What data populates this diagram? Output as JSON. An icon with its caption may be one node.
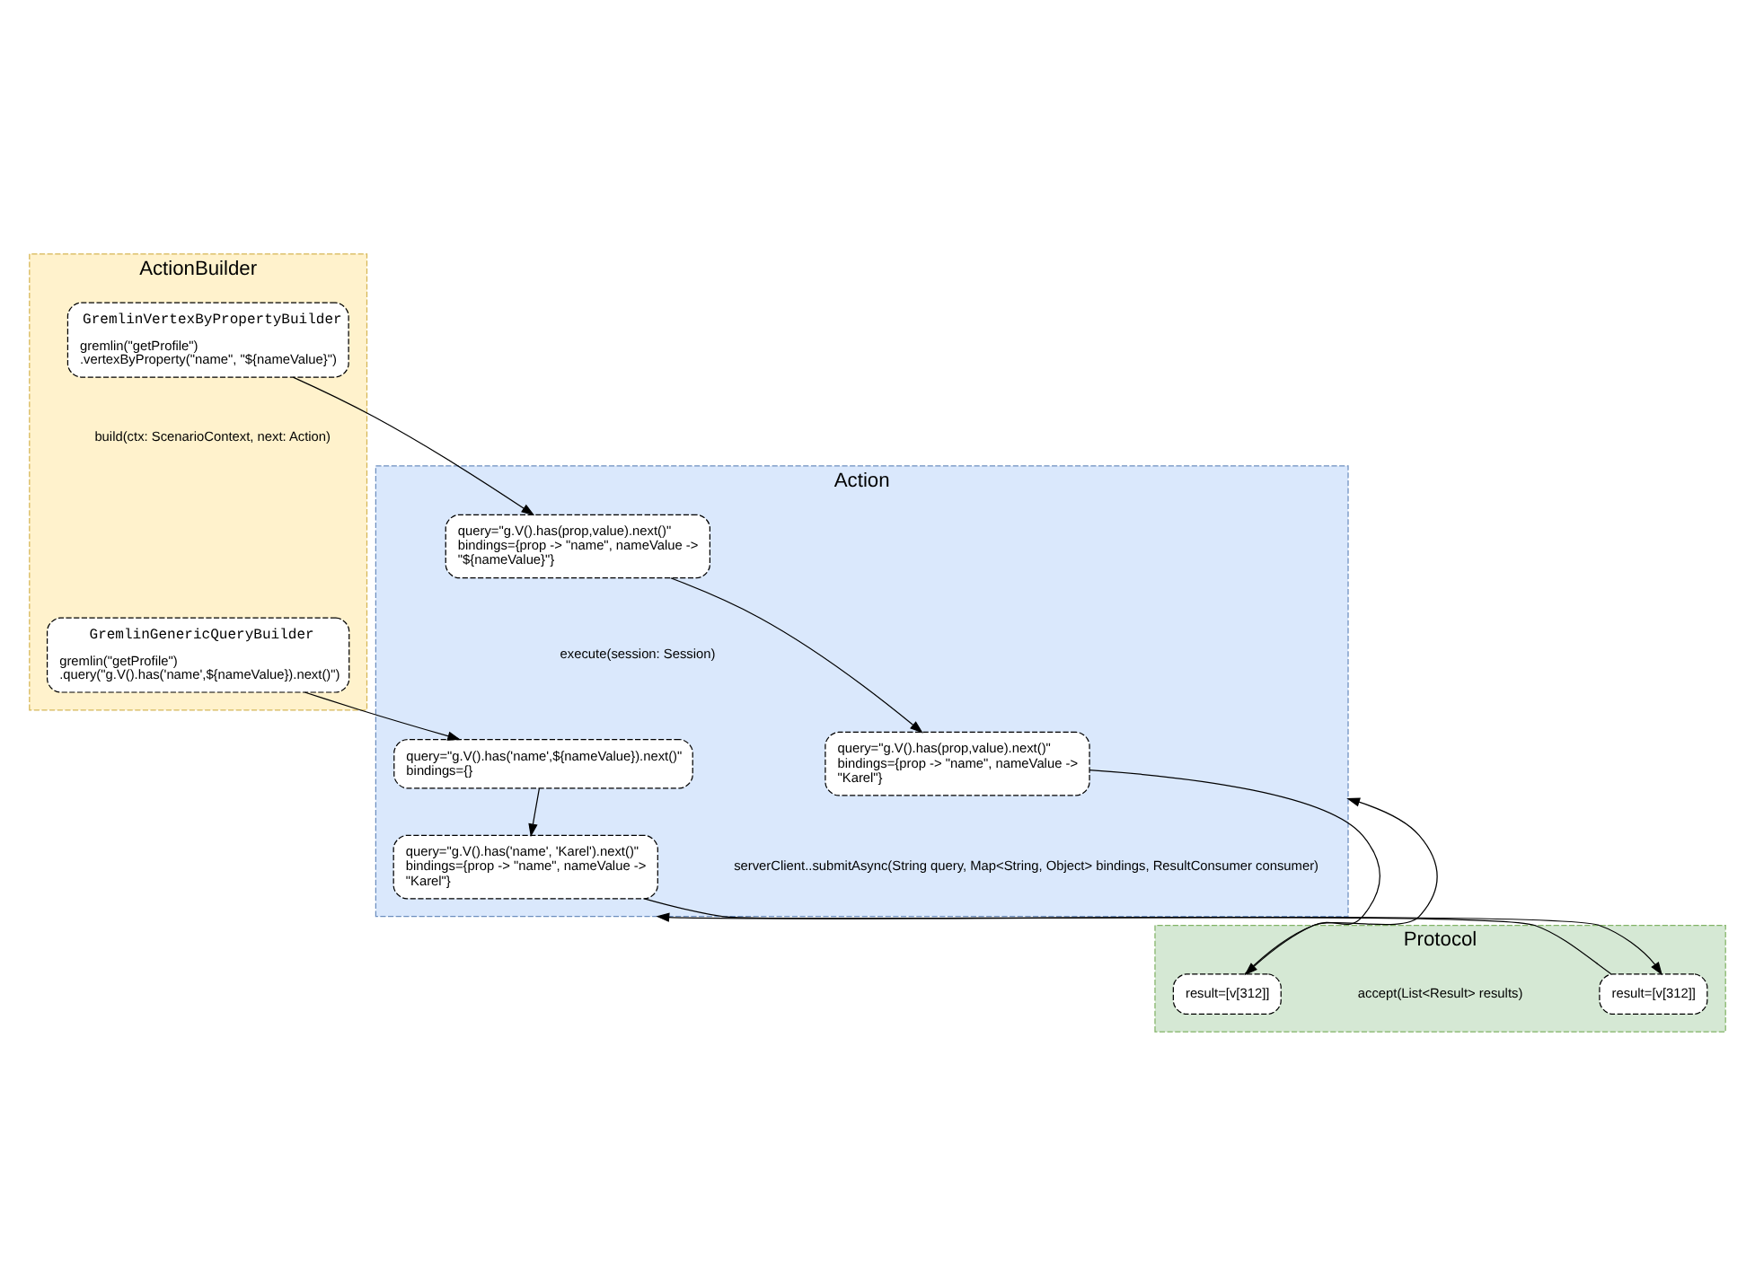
{
  "diagram": {
    "nodes": [
      {
        "text": [
          "ActionBuilder"
        ]
      },
      {
        "text": [
          "GremlinVertexByPropertyBuilder",
          "gremlin(\"getProfile\") .vertexByProperty(\"name\", \"${nameValue}\")"
        ],
        "in": 0
      },
      {
        "text": [
          "GremlinGenericQueryBuilder",
          "gremlin(\"getProfile\") .query(\"g.V().has('name',${nameValue}).next()\")"
        ],
        "in": 0
      },
      {
        "text": [
          "Action"
        ]
      },
      {
        "text": [
          "query=\"g.V().has(prop,value).next()\" bindings={prop -> \"name\", nameValue -> \"${nameValue}\"}"
        ],
        "in": 3
      },
      {
        "text": [
          "query=\"g.V().has('name',${nameValue}).next()\" bindings={}"
        ],
        "in": 3
      },
      {
        "text": [
          "query=\"g.V().has(prop,value).next()\" bindings={prop -> \"name\", nameValue -> \"Karel\"}"
        ],
        "in": 3
      },
      {
        "text": [
          "query=\"g.V().has('name', 'Karel').next()\" bindings={prop -> \"name\", nameValue -> \"Karel\"}"
        ],
        "in": 3
      },
      {
        "text": [
          "Protocol"
        ]
      },
      {
        "text": [
          "result=[v[312]]"
        ],
        "in": 8
      },
      {
        "text": [
          "result=[v[312]]"
        ],
        "in": 8
      }
    ],
    "edges": [
      {
        "from": 1,
        "to": 4,
        "arrow": "to"
      },
      {
        "from": 2,
        "to": 5,
        "arrow": "to"
      },
      {
        "from": 4,
        "to": 6,
        "arrow": "to"
      },
      {
        "from": 5,
        "to": 7,
        "arrow": "to"
      },
      {
        "from": 6,
        "to": 9,
        "arrow": "to"
      },
      {
        "from": 7,
        "to": 10,
        "arrow": "to"
      },
      {
        "from": 9,
        "to": 3,
        "arrow": "to"
      },
      {
        "from": 10,
        "to": 3,
        "arrow": "to"
      }
    ],
    "labels": [
      "build(ctx: ScenarioContext, next: Action)",
      "execute(session: Session)",
      "serverClient..submitAsync(String query, Map<String, Object> bindings, ResultConsumer consumer)",
      "accept(List<Result> results)"
    ]
  }
}
